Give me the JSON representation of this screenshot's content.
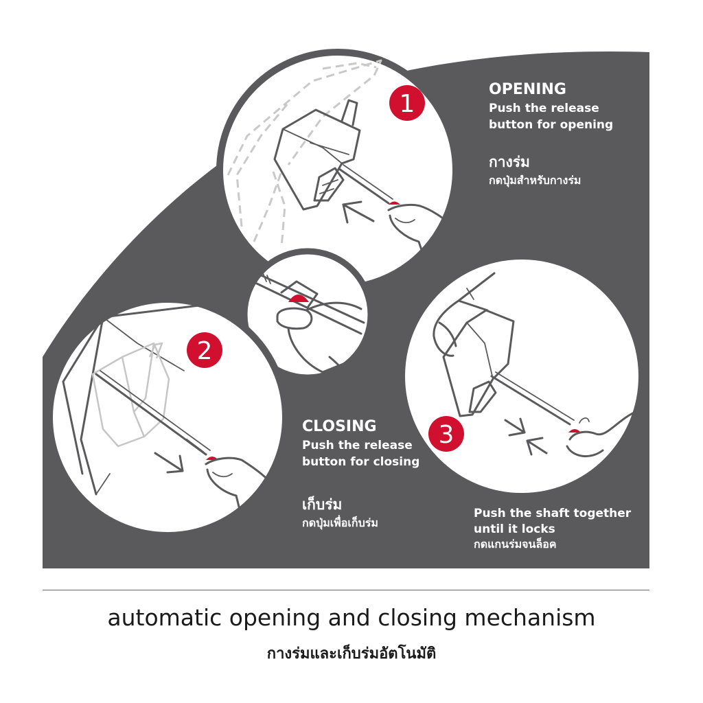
{
  "colors": {
    "panel": "#5a595c",
    "accent": "#d0102e",
    "circle_fill": "#ffffff",
    "line": "#5a595c"
  },
  "steps": [
    {
      "number": "1",
      "title": "OPENING",
      "line1": "Push the release",
      "line2": "button for opening",
      "thai_title": "กางร่ม",
      "thai_text": "กดปุ่มสำหรับกางร่ม"
    },
    {
      "number": "2",
      "title": "CLOSING",
      "line1": "Push the release",
      "line2": "button for closing",
      "thai_title": "เก็บร่ม",
      "thai_text": "กดปุ่มเพื่อเก็บร่ม"
    },
    {
      "number": "3",
      "line1": "Push the shaft together",
      "line2": "until it locks",
      "thai_text": "กดแกนร่มจนล็อค"
    }
  ],
  "caption": {
    "english": "automatic opening and closing mechanism",
    "thai": "กางร่มและเก็บร่มอัตโนมัติ"
  }
}
